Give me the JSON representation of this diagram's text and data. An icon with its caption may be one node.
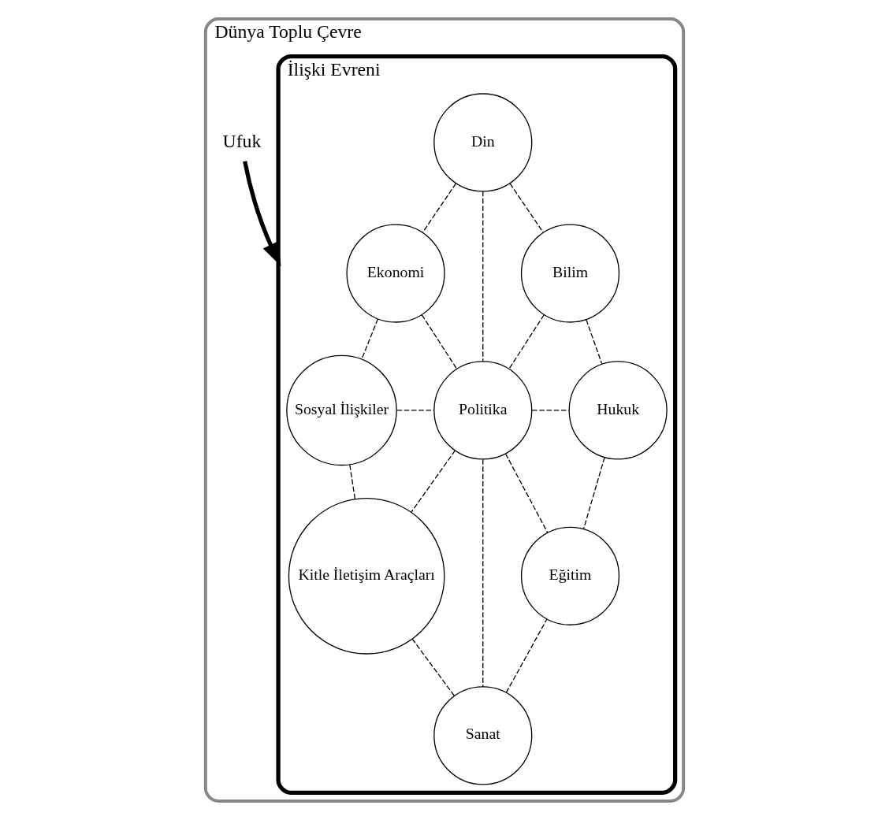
{
  "diagram": {
    "nodes": [
      {
        "text": [
          "Dünya Toplu Çevre"
        ]
      },
      {
        "text": [
          "İlişki Evreni"
        ],
        "in": 0
      },
      {
        "text": [
          "Din"
        ],
        "in": 1
      },
      {
        "text": [
          "Ekonomi"
        ],
        "in": 1
      },
      {
        "text": [
          "Bilim"
        ],
        "in": 1
      },
      {
        "text": [
          "Sosyal İlişkiler"
        ],
        "in": 1
      },
      {
        "text": [
          "Politika"
        ],
        "in": 1
      },
      {
        "text": [
          "Hukuk"
        ],
        "in": 1
      },
      {
        "text": [
          "Kitle İletişim Araçları"
        ],
        "in": 1
      },
      {
        "text": [
          "Eğitim"
        ],
        "in": 1
      },
      {
        "text": [
          "Sanat"
        ],
        "in": 1
      },
      {
        "text": [
          "Ufuk"
        ],
        "in": 0
      }
    ],
    "edges": [
      {
        "from": 2,
        "to": 3,
        "arrow": "none",
        "style": "dashed"
      },
      {
        "from": 2,
        "to": 4,
        "arrow": "none",
        "style": "dashed"
      },
      {
        "from": 2,
        "to": 6,
        "arrow": "none",
        "style": "dashed"
      },
      {
        "from": 3,
        "to": 6,
        "arrow": "none",
        "style": "dashed"
      },
      {
        "from": 3,
        "to": 5,
        "arrow": "none",
        "style": "dashed"
      },
      {
        "from": 4,
        "to": 6,
        "arrow": "none",
        "style": "dashed"
      },
      {
        "from": 4,
        "to": 7,
        "arrow": "none",
        "style": "dashed"
      },
      {
        "from": 5,
        "to": 6,
        "arrow": "none",
        "style": "dashed"
      },
      {
        "from": 6,
        "to": 7,
        "arrow": "none",
        "style": "dashed"
      },
      {
        "from": 5,
        "to": 8,
        "arrow": "none",
        "style": "dashed"
      },
      {
        "from": 6,
        "to": 8,
        "arrow": "none",
        "style": "dashed"
      },
      {
        "from": 6,
        "to": 10,
        "arrow": "none",
        "style": "dashed"
      },
      {
        "from": 6,
        "to": 9,
        "arrow": "none",
        "style": "dashed"
      },
      {
        "from": 7,
        "to": 9,
        "arrow": "none",
        "style": "dashed"
      },
      {
        "from": 8,
        "to": 10,
        "arrow": "none",
        "style": "dashed"
      },
      {
        "from": 10,
        "to": 9,
        "arrow": "none",
        "style": "dashed"
      },
      {
        "from": 11,
        "to": 1,
        "arrow": "to",
        "style": "thick"
      }
    ]
  }
}
